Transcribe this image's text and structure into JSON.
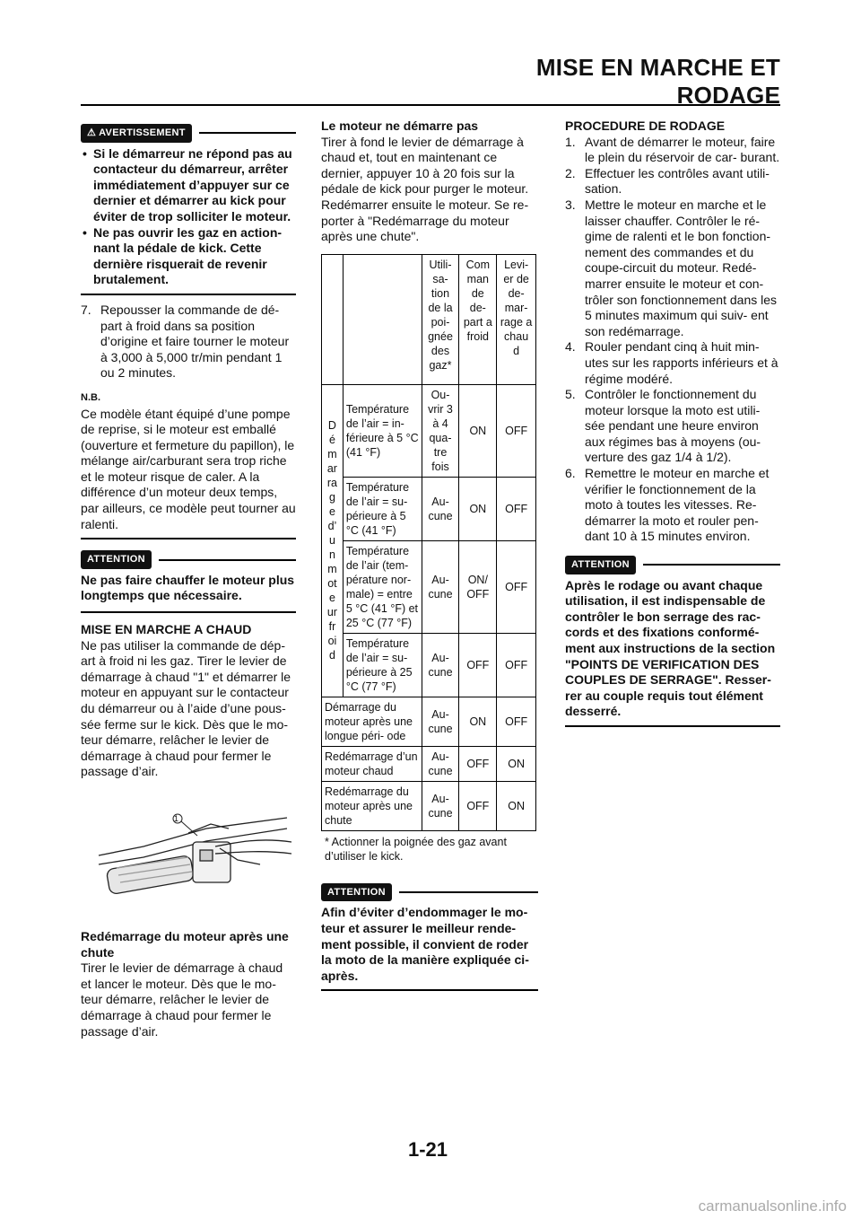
{
  "header": {
    "title": "MISE EN MARCHE ET RODAGE"
  },
  "col1": {
    "warning_label": "AVERTISSEMENT",
    "warnings": [
      "Si le démarreur ne répond pas au contacteur du démarreur, arrêter immédiatement d’appuyer sur ce dernier et démarrer au kick pour éviter de trop solliciter le moteur.",
      "Ne pas ouvrir les gaz en action- nant la pédale de kick. Cette dernière risquerait de revenir brutalement."
    ],
    "step7_num": "7.",
    "step7_text": "Repousser la commande de dé- part à froid dans sa position d’origine et faire tourner le moteur à 3,000 à 5,000 tr/min pendant 1 ou 2 minutes.",
    "nb_label": "N.B.",
    "nb_text": "Ce modèle étant équipé d’une pompe de reprise, si le moteur est emballé (ouverture et fermeture du papillon), le mélange air/carburant sera trop riche et le moteur risque de caler. A la différence d’un moteur deux temps, par ailleurs, ce modèle peut tourner au ralenti.",
    "attention_label": "ATTENTION",
    "attention_text": "Ne pas faire chauffer le moteur plus longtemps que nécessaire.",
    "hot_title": "MISE EN MARCHE A CHAUD",
    "hot_text": "Ne pas utiliser la commande de dép- art à froid ni les gaz. Tirer le levier de démarrage à chaud \"1\" et démarrer le moteur en appuyant sur le contacteur du démarreur ou à l’aide d’une pous- sée ferme sur le kick. Dès que le mo- teur démarre, relâcher le levier de démarrage à chaud pour fermer le passage d’air.",
    "figure_callout": "1",
    "restart_title": "Redémarrage du moteur après une chute",
    "restart_text": "Tirer le levier de démarrage à chaud et lancer le moteur. Dès que le mo- teur démarre, relâcher le levier de démarrage à chaud pour fermer le passage d’air."
  },
  "col2": {
    "title": "Le moteur ne démarre pas",
    "text": "Tirer à fond le levier de démarrage à chaud et, tout en maintenant ce dernier, appuyer 10 à 20 fois sur la pédale de kick pour purger le moteur. Redémarrer ensuite le moteur. Se re- porter à \"Redémarrage du moteur après une chute\".",
    "table": {
      "headers": [
        "Utili- sa- tion de la poi- gnée des gaz*",
        "Com man de de- part a froid",
        "Levi- er de de- mar- rage a chau d"
      ],
      "group_label": "D é m ar ra g e d’ u n m ot e ur fr oi d",
      "group_rows": [
        [
          "Température de l’air = in- férieure à 5 °C (41 °F)",
          "Ou- vrir 3 à 4 qua- tre fois",
          "ON",
          "OFF"
        ],
        [
          "Température de l’air = su- périeure à 5 °C (41 °F)",
          "Au- cune",
          "ON",
          "OFF"
        ],
        [
          "Température de l’air (tem- pérature nor- male) = entre 5 °C (41 °F) et 25 °C (77 °F)",
          "Au- cune",
          "ON/ OFF",
          "OFF"
        ],
        [
          "Température de l’air = su- périeure à 25 °C (77 °F)",
          "Au- cune",
          "OFF",
          "OFF"
        ]
      ],
      "other_rows": [
        [
          "Démarrage du moteur après une longue péri- ode",
          "Au- cune",
          "ON",
          "OFF"
        ],
        [
          "Redémarrage d’un moteur chaud",
          "Au- cune",
          "OFF",
          "ON"
        ],
        [
          "Redémarrage du moteur après une chute",
          "Au- cune",
          "OFF",
          "ON"
        ]
      ],
      "footnote": "* Actionner la poignée des gaz avant d’utiliser le kick."
    },
    "attention_label": "ATTENTION",
    "attention_text": "Afin d’éviter d’endommager le mo- teur et assurer le meilleur rende- ment possible, il convient de roder la moto de la manière expliquée ci- après."
  },
  "col3": {
    "title": "PROCEDURE DE RODAGE",
    "steps": [
      {
        "n": "1.",
        "t": "Avant de démarrer le moteur, faire le plein du réservoir de car- burant."
      },
      {
        "n": "2.",
        "t": "Effectuer les contrôles avant utili- sation."
      },
      {
        "n": "3.",
        "t": "Mettre le moteur en marche et le laisser chauffer. Contrôler le ré- gime de ralenti et le bon fonction- nement des commandes et du coupe-circuit du moteur. Redé- marrer ensuite le moteur et con- trôler son fonctionnement dans les 5 minutes maximum qui suiv- ent son redémarrage."
      },
      {
        "n": "4.",
        "t": "Rouler pendant cinq à huit min- utes sur les rapports inférieurs et à régime modéré."
      },
      {
        "n": "5.",
        "t": "Contrôler le fonctionnement du moteur lorsque la moto est utili- sée pendant une heure environ aux régimes bas à moyens (ou- verture des gaz 1/4 à 1/2)."
      },
      {
        "n": "6.",
        "t": "Remettre le moteur en marche et vérifier le fonctionnement de la moto à toutes les vitesses. Re- démarrer la moto et rouler pen- dant 10 à 15 minutes environ."
      }
    ],
    "attention_label": "ATTENTION",
    "attention_text": "Après le rodage ou avant chaque utilisation, il est indispensable de contrôler le bon serrage des rac- cords et des fixations conformé- ment aux instructions de la section \"POINTS DE VERIFICATION DES COUPLES DE SERRAGE\". Resser- rer au couple requis tout élément desserré."
  },
  "footer": {
    "page": "1-21",
    "watermark": "carmanualsonline.info"
  }
}
